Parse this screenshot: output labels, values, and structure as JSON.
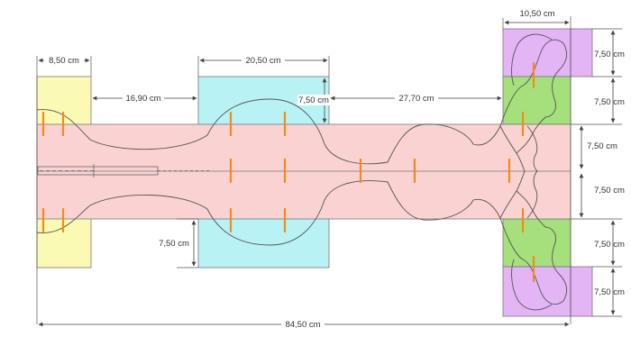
{
  "colors": {
    "yellow": "#fafab4",
    "cyan": "#b9f2f4",
    "pink": "#fbd2d2",
    "green": "#a6e07d",
    "purple": "#e3b5f5",
    "orange": "#f08c1e",
    "line": "#555555",
    "dim": "#444444"
  },
  "dimensions": {
    "yellow_width": "8,50 cm",
    "gap_yellow_cyan": "16,90 cm",
    "cyan_width": "20,50 cm",
    "cyan_top_height": "7,50 cm",
    "gap_cyan_green": "27,70 cm",
    "right_block_width": "10,50 cm",
    "right_top_purple": "7,50 cm",
    "right_top_green": "7,50 cm",
    "right_mid_top": "7,50 cm",
    "right_mid_bottom": "7,50 cm",
    "right_bottom_green": "7,50 cm",
    "right_bottom_purple": "7,50 cm",
    "cyan_bottom_height": "7,50 cm",
    "total_length": "84,50 cm"
  }
}
